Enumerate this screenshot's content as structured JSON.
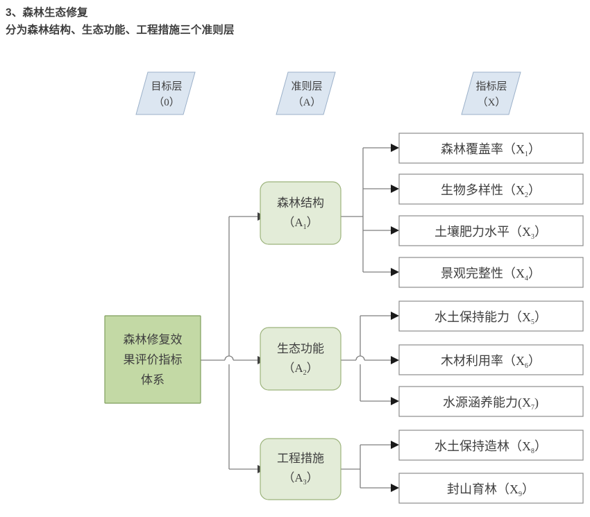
{
  "heading": {
    "line1": "3、森林生态修复",
    "line2": "分为森林结构、生态功能、工程措施三个准则层"
  },
  "colors": {
    "layer_header_fill": "#dce6f1",
    "layer_header_stroke": "#9bb0c9",
    "goal_fill": "#c3d9a5",
    "goal_stroke": "#7f9e5c",
    "criteria_fill": "#e3ecd8",
    "criteria_stroke": "#9cb37c",
    "indicator_fill": "#ffffff",
    "indicator_stroke": "#8c8c8c",
    "connector": "#7f7f7f",
    "text": "#3f3f3f",
    "heading_text": "#3d3d3d"
  },
  "layer_headers": [
    {
      "name": "goal-layer-header",
      "title": "目标层",
      "code": "（0）"
    },
    {
      "name": "criteria-layer-header",
      "title": "准则层",
      "code": "（A）"
    },
    {
      "name": "indicator-layer-header",
      "title": "指标层",
      "code": "（X）"
    }
  ],
  "goal": {
    "lines": [
      "森林修复效",
      "果评价指标",
      "体系"
    ]
  },
  "criteria": [
    {
      "title": "森林结构",
      "code_prefix": "（A",
      "code_sub": "1",
      "code_suffix": "）"
    },
    {
      "title": "生态功能",
      "code_prefix": "（A",
      "code_sub": "2",
      "code_suffix": "）"
    },
    {
      "title": "工程措施",
      "code_prefix": "（A",
      "code_sub": "3",
      "code_suffix": "）"
    }
  ],
  "indicators": [
    {
      "label": "森林覆盖率（X",
      "sub": "1",
      "tail": "）",
      "group": 0
    },
    {
      "label": "生物多样性（X",
      "sub": "2",
      "tail": "）",
      "group": 0
    },
    {
      "label": "土壤肥力水平（X",
      "sub": "3",
      "tail": "）",
      "group": 0
    },
    {
      "label": "景观完整性（X",
      "sub": "4",
      "tail": "）",
      "group": 0
    },
    {
      "label": "水土保持能力（X",
      "sub": "5",
      "tail": "）",
      "group": 1
    },
    {
      "label": "木材利用率（X",
      "sub": "6",
      "tail": "）",
      "group": 1
    },
    {
      "label": "水源涵养能力(X",
      "sub": "7",
      "tail": ")",
      "group": 1
    },
    {
      "label": "水土保持造林（X",
      "sub": "8",
      "tail": "）",
      "group": 2
    },
    {
      "label": "封山育林（X",
      "sub": "9",
      "tail": "）",
      "group": 2
    }
  ]
}
